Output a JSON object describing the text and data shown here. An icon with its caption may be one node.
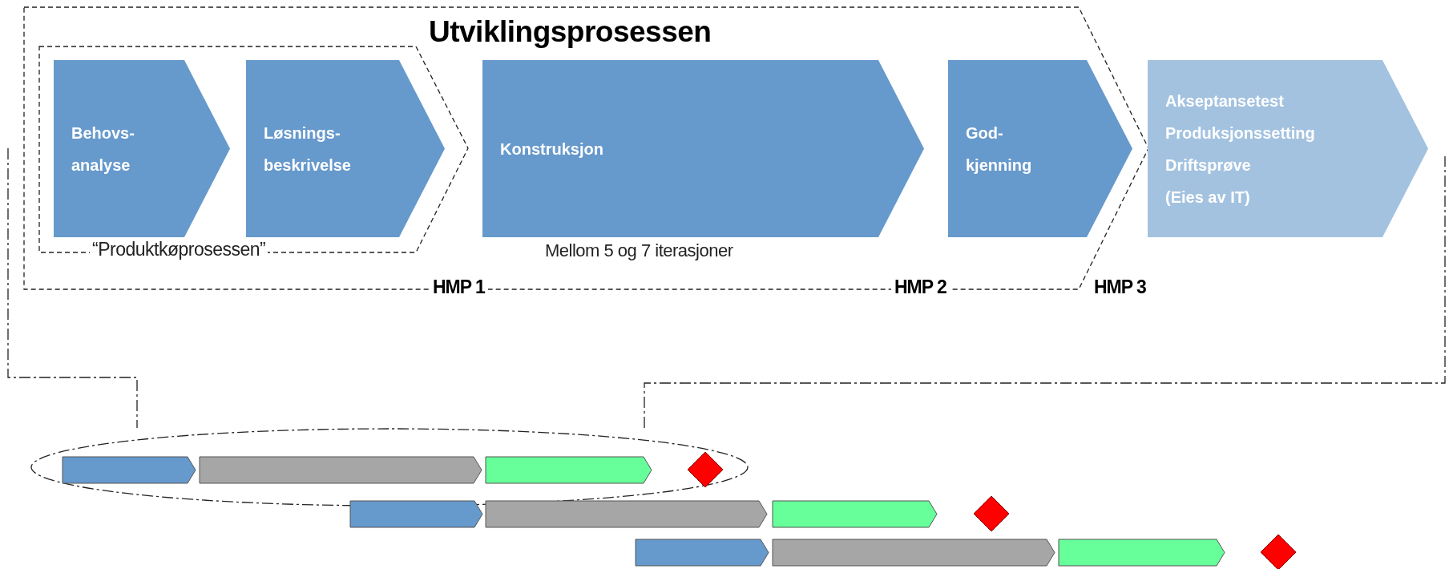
{
  "diagram": {
    "nodes": [
      {
        "text": [
          "Utviklingsprosessen"
        ]
      },
      {
        "text": [
          "“Produktkøprosessen”"
        ],
        "in": 0
      },
      {
        "text": [
          "Behovs- analyse"
        ],
        "in": 1
      },
      {
        "text": [
          "Løsnings- beskrivelse"
        ],
        "in": 1
      },
      {
        "text": [
          "Konstruksjon"
        ],
        "in": 0,
        "beside": [
          "Mellom 5 og 7 iterasjoner"
        ]
      },
      {
        "text": [
          "God- kjenning"
        ],
        "in": 0
      },
      {
        "text": [
          "Akseptansetest",
          "Produksjonssetting",
          "Driftsprøve",
          "(Eies av IT)"
        ]
      },
      {
        "text": [],
        "shape": "ellipse"
      },
      {
        "text": [],
        "shape": "chevron",
        "in": 7
      },
      {
        "text": [],
        "shape": "chevron",
        "in": 7
      },
      {
        "text": [],
        "shape": "chevron",
        "in": 7
      },
      {
        "text": [],
        "shape": "diamond",
        "in": 7
      },
      {
        "text": [],
        "shape": "chevron"
      },
      {
        "text": [],
        "shape": "chevron"
      },
      {
        "text": [],
        "shape": "chevron"
      },
      {
        "text": [],
        "shape": "diamond"
      },
      {
        "text": [],
        "shape": "chevron"
      },
      {
        "text": [],
        "shape": "chevron"
      },
      {
        "text": [],
        "shape": "chevron"
      },
      {
        "text": [],
        "shape": "diamond"
      }
    ],
    "labels": [
      "HMP 1",
      "HMP 2",
      "HMP 3"
    ]
  }
}
